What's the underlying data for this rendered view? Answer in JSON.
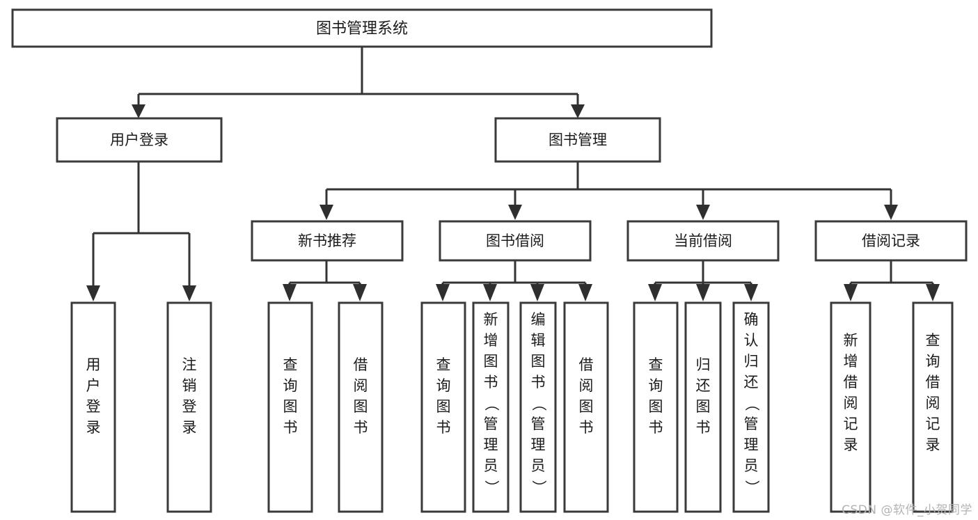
{
  "diagram": {
    "title": "图书管理系统",
    "type": "tree",
    "orientation": "top-down",
    "colors": {
      "box_stroke": "#3a3a3a",
      "box_fill": "#ffffff",
      "connector": "#333333",
      "arrow": "#2f2f2f",
      "text": "#1b1b1b",
      "watermark": "#b3b3b3",
      "background": "#ffffff"
    },
    "root": {
      "id": "root",
      "label": "图书管理系统"
    },
    "level2": [
      {
        "id": "user-login",
        "label": "用户登录"
      },
      {
        "id": "book-manage",
        "label": "图书管理"
      }
    ],
    "level3": [
      {
        "id": "new-book-recommend",
        "label": "新书推荐",
        "parent": "book-manage"
      },
      {
        "id": "book-borrow",
        "label": "图书借阅",
        "parent": "book-manage"
      },
      {
        "id": "current-borrow",
        "label": "当前借阅",
        "parent": "book-manage"
      },
      {
        "id": "borrow-record",
        "label": "借阅记录",
        "parent": "book-manage"
      }
    ],
    "leaves": [
      {
        "id": "leaf-user-login",
        "label": "用户登录",
        "parent": "user-login"
      },
      {
        "id": "leaf-user-logout",
        "label": "注销登录",
        "parent": "user-login"
      },
      {
        "id": "leaf-query-book-1",
        "label": "查询图书",
        "parent": "new-book-recommend"
      },
      {
        "id": "leaf-borrow-book-1",
        "label": "借阅图书",
        "parent": "new-book-recommend"
      },
      {
        "id": "leaf-query-book-2",
        "label": "查询图书",
        "parent": "book-borrow"
      },
      {
        "id": "leaf-add-book",
        "label": "新增图书（管理员）",
        "parent": "book-borrow"
      },
      {
        "id": "leaf-edit-book",
        "label": "编辑图书（管理员）",
        "parent": "book-borrow"
      },
      {
        "id": "leaf-borrow-book-2",
        "label": "借阅图书",
        "parent": "book-borrow"
      },
      {
        "id": "leaf-query-book-3",
        "label": "查询图书",
        "parent": "current-borrow"
      },
      {
        "id": "leaf-return-book",
        "label": "归还图书",
        "parent": "current-borrow"
      },
      {
        "id": "leaf-confirm-return",
        "label": "确认归还（管理员）",
        "parent": "current-borrow"
      },
      {
        "id": "leaf-add-record",
        "label": "新增借阅记录",
        "parent": "borrow-record"
      },
      {
        "id": "leaf-query-record",
        "label": "查询借阅记录",
        "parent": "borrow-record"
      }
    ]
  },
  "watermark": {
    "text": "CSDN @软件_小贺同学"
  }
}
